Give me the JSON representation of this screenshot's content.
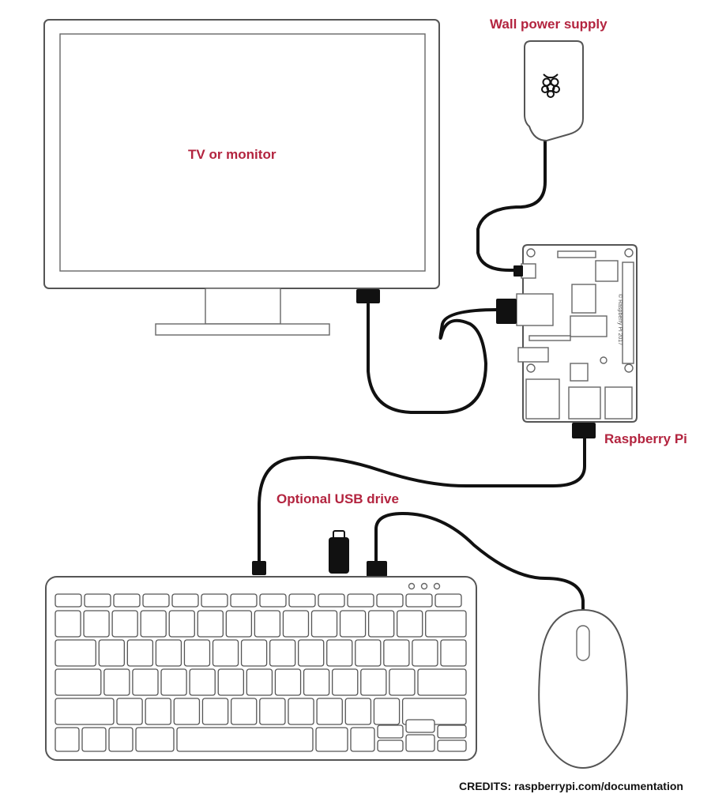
{
  "labels": {
    "monitor": "TV or monitor",
    "power": "Wall power supply",
    "pi": "Raspberry Pi",
    "usb": "Optional USB drive"
  },
  "credits": "CREDITS: raspberrypi.com/documentation",
  "colors": {
    "label": "#b3243f",
    "outline": "#555555",
    "cable": "#111111"
  }
}
